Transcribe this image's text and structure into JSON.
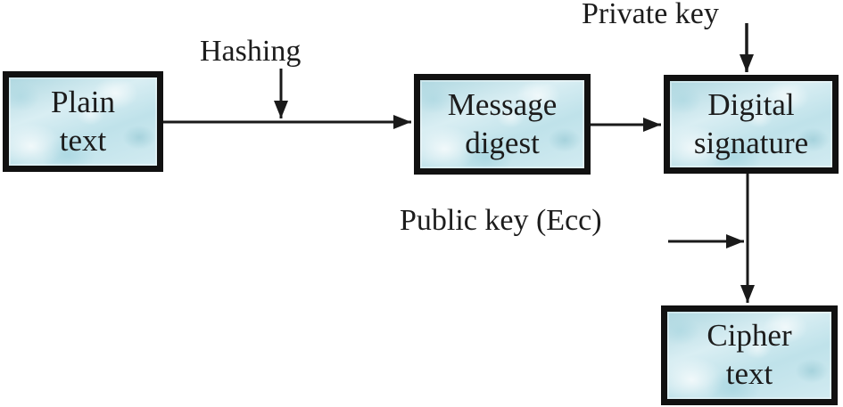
{
  "diagram": {
    "description": "Flow diagram of digital signature generation with ECC",
    "nodes": [
      {
        "id": "plain-text",
        "label": "Plain\ntext"
      },
      {
        "id": "message-digest",
        "label": "Message\ndigest"
      },
      {
        "id": "digital-signature",
        "label": "Digital\nsignature"
      },
      {
        "id": "cipher-text",
        "label": "Cipher\ntext"
      }
    ],
    "labels": [
      {
        "id": "hashing",
        "text": "Hashing"
      },
      {
        "id": "private-key",
        "text": "Private key"
      },
      {
        "id": "public-key",
        "text": "Public key (Ecc)"
      }
    ],
    "edges": [
      {
        "from": "plain-text",
        "to": "message-digest",
        "annotation": "Hashing"
      },
      {
        "from": "message-digest",
        "to": "digital-signature",
        "annotation": ""
      },
      {
        "from": "private-key-label",
        "to": "digital-signature",
        "annotation": "Private key"
      },
      {
        "from": "digital-signature",
        "to": "cipher-text",
        "annotation": ""
      },
      {
        "from": "public-key-label",
        "to": "signature-to-cipher-line",
        "annotation": "Public key (Ecc)"
      }
    ],
    "colors": {
      "background": "#ffffff",
      "box_fill": "#c9e5ec",
      "box_border": "#111111",
      "arrow": "#1a1a1a",
      "text": "#1c1c1c"
    }
  }
}
